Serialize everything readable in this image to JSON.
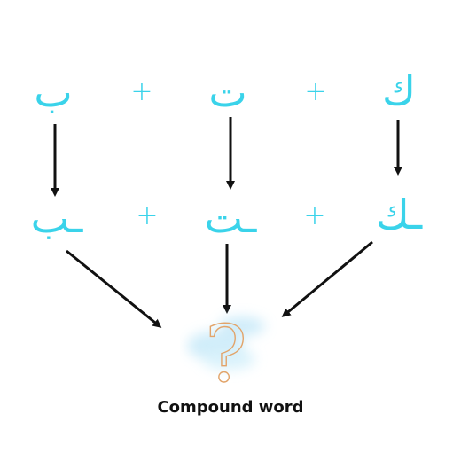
{
  "row1": {
    "letters": [
      "ب",
      "ت",
      "ك"
    ],
    "operator": "+"
  },
  "row2": {
    "letters": [
      "ـب",
      "ـت",
      "ـك"
    ],
    "operator": "+"
  },
  "result": {
    "symbol": "?",
    "caption": "Compound word"
  },
  "colors": {
    "letters": "#3ad3ea",
    "arrows": "#111111",
    "question_mark": "#e2a46a",
    "glow": "#bfe6f8"
  }
}
